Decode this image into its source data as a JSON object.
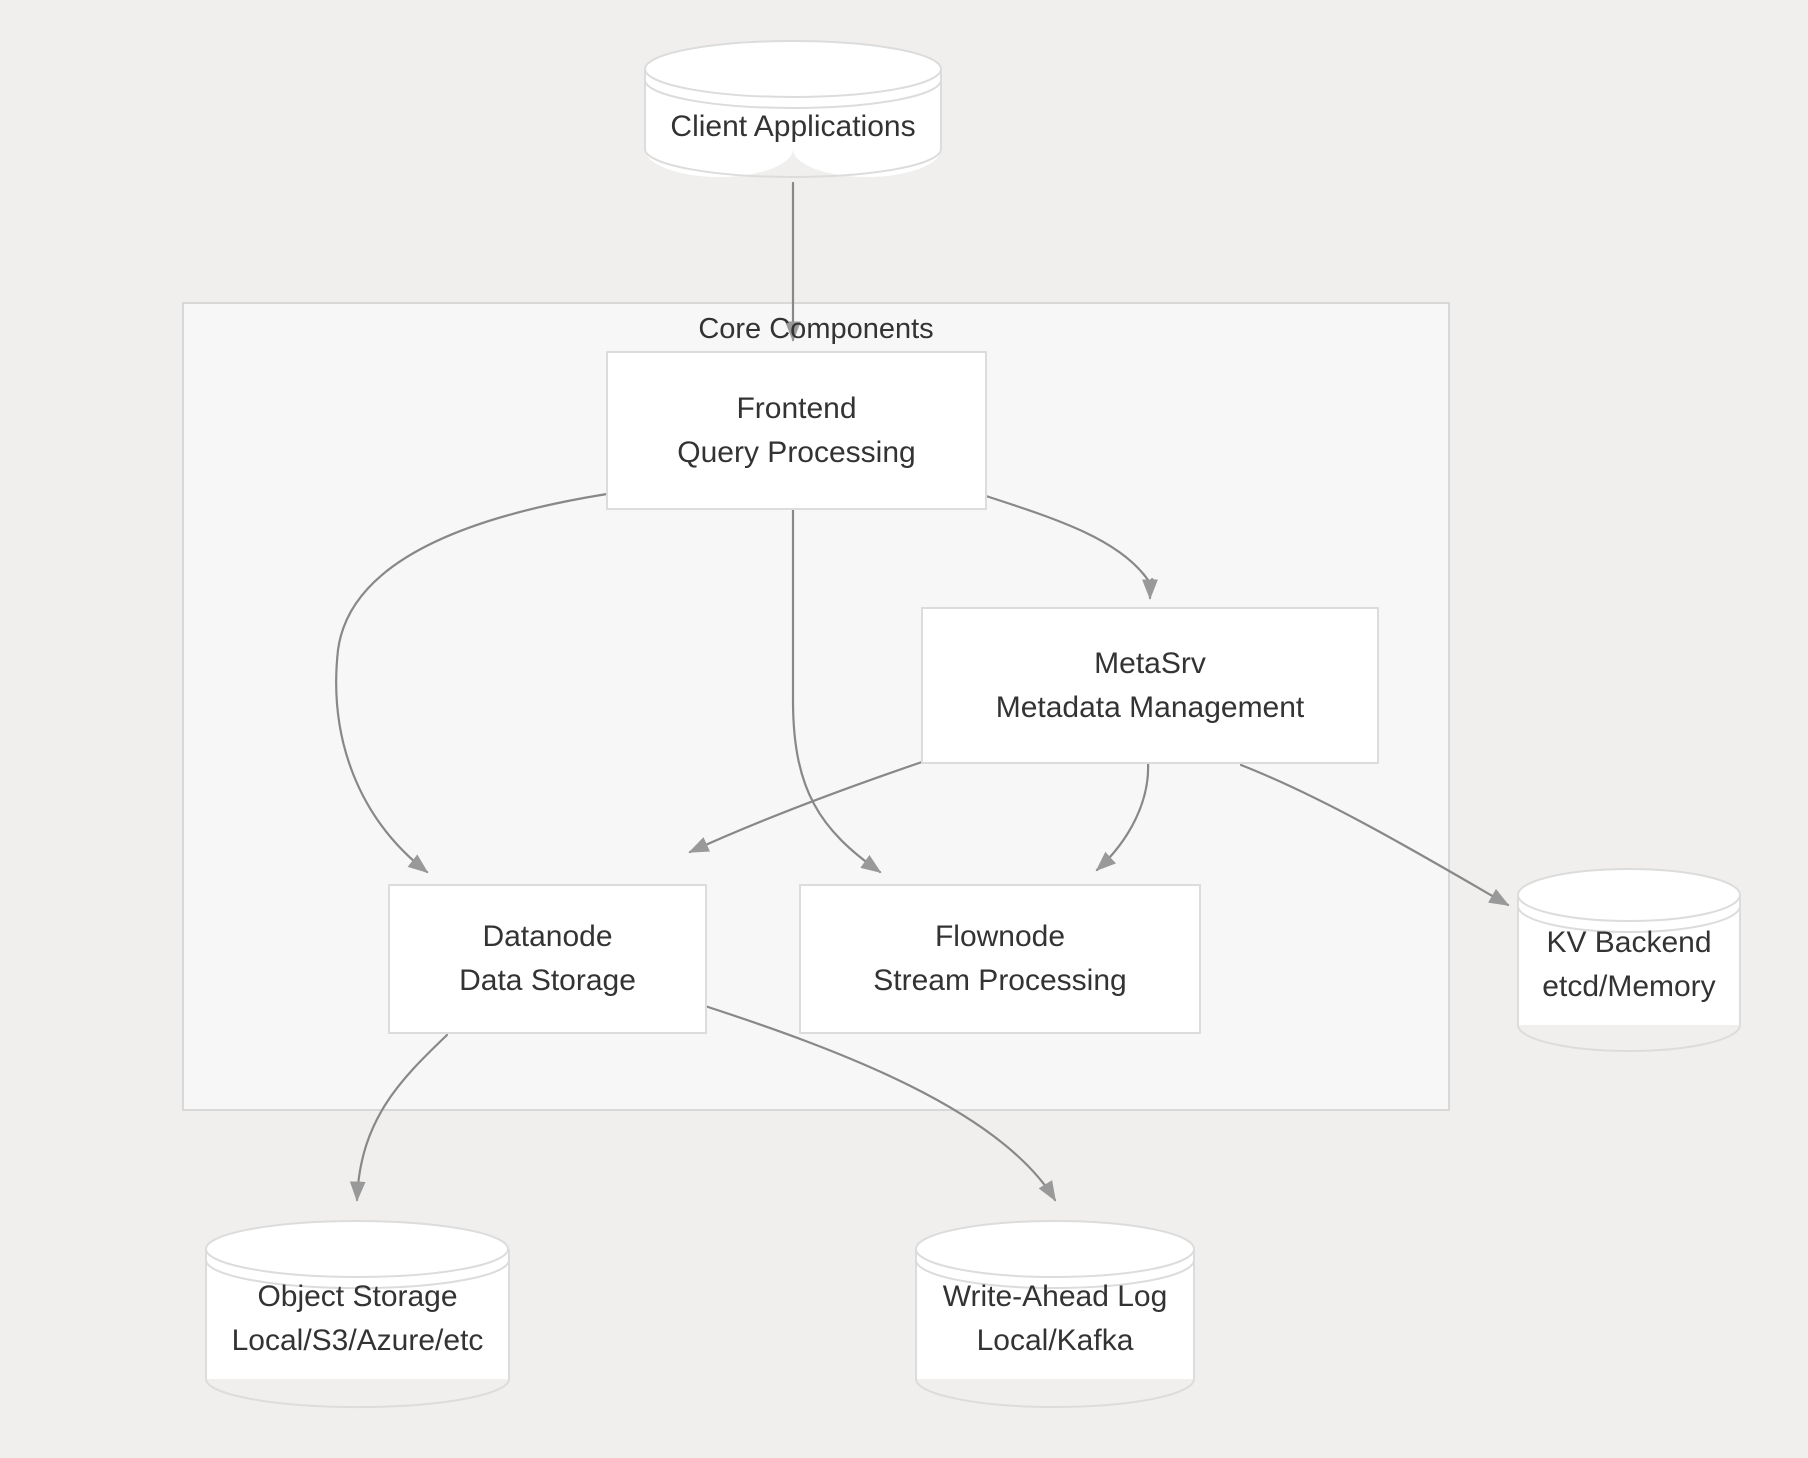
{
  "diagram": {
    "type": "architecture-flowchart",
    "background_color": "#f0efed",
    "node_fill": "#ffffff",
    "node_stroke": "#d9d9d9",
    "edge_color": "#888888",
    "text_color": "#333333",
    "subgraph_fill": "#f7f7f7",
    "subgraph_stroke": "#d8d8d8"
  },
  "subgraph": {
    "title": "Core Components"
  },
  "nodes": {
    "client": {
      "shape": "cylinder",
      "line1": "Client Applications",
      "line2": ""
    },
    "frontend": {
      "shape": "rect",
      "line1": "Frontend",
      "line2": "Query Processing"
    },
    "metasrv": {
      "shape": "rect",
      "line1": "MetaSrv",
      "line2": "Metadata Management"
    },
    "datanode": {
      "shape": "rect",
      "line1": "Datanode",
      "line2": "Data Storage"
    },
    "flownode": {
      "shape": "rect",
      "line1": "Flownode",
      "line2": "Stream Processing"
    },
    "kv_backend": {
      "shape": "cylinder",
      "line1": "KV Backend",
      "line2": "etcd/Memory"
    },
    "object_storage": {
      "shape": "cylinder",
      "line1": "Object Storage",
      "line2": "Local/S3/Azure/etc"
    },
    "wal": {
      "shape": "cylinder",
      "line1": "Write-Ahead Log",
      "line2": "Local/Kafka"
    }
  },
  "edges": [
    {
      "from": "client",
      "to": "frontend"
    },
    {
      "from": "frontend",
      "to": "datanode"
    },
    {
      "from": "frontend",
      "to": "flownode"
    },
    {
      "from": "frontend",
      "to": "metasrv"
    },
    {
      "from": "metasrv",
      "to": "datanode"
    },
    {
      "from": "metasrv",
      "to": "flownode"
    },
    {
      "from": "metasrv",
      "to": "kv_backend"
    },
    {
      "from": "datanode",
      "to": "object_storage"
    },
    {
      "from": "datanode",
      "to": "wal"
    }
  ]
}
